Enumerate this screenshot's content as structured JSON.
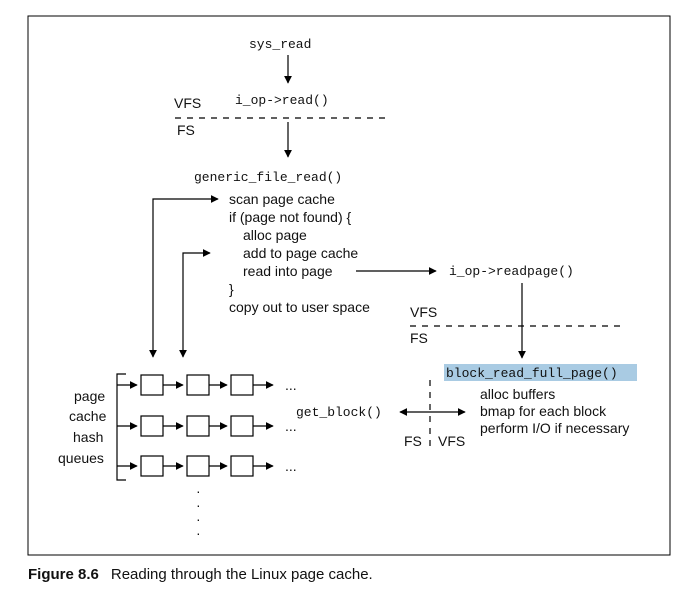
{
  "figure": {
    "number": "Figure 8.6",
    "caption": "Reading through the Linux page cache.",
    "highlight_color": "#a9cbe3"
  },
  "top": {
    "sys_read": "sys_read",
    "vfs": "VFS",
    "iop_read": "i_op->read()",
    "fs": "FS",
    "generic": "generic_file_read()"
  },
  "steps": [
    "scan page cache",
    "if (page not found) {",
    "alloc page",
    "add to page cache",
    "read into page",
    "}",
    "copy out to user space"
  ],
  "right": {
    "readpage": "i_op->readpage()",
    "vfs": "VFS",
    "fs": "FS",
    "block_fn": "block_read_full_page",
    "block_parens": "()",
    "details": [
      "alloc buffers",
      "bmap for each block",
      "perform I/O if necessary"
    ]
  },
  "hash": {
    "labels": [
      "page",
      "cache",
      "hash",
      "queues"
    ],
    "ellipsis": "...",
    "get_block": "get_block()",
    "fs": "FS",
    "vfs": "VFS",
    "vdots": [
      "·",
      "·",
      "·",
      "·"
    ]
  }
}
